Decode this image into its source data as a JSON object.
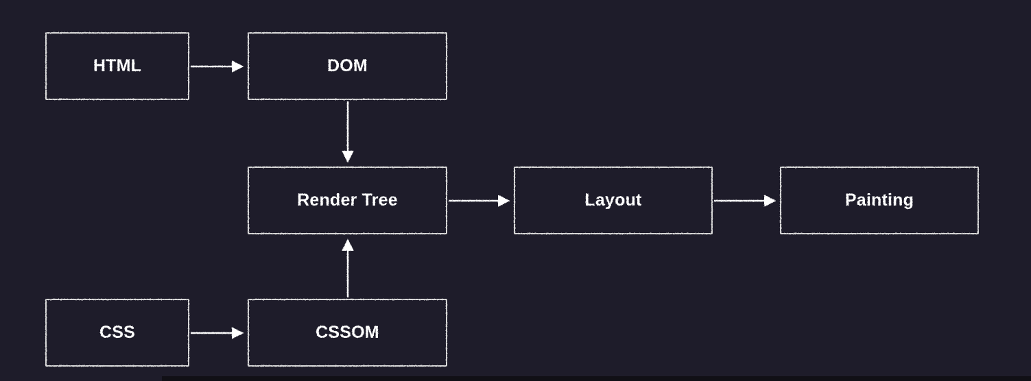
{
  "diagram": {
    "nodes": [
      {
        "id": "html",
        "label": "HTML"
      },
      {
        "id": "dom",
        "label": "DOM"
      },
      {
        "id": "render",
        "label": "Render Tree"
      },
      {
        "id": "layout",
        "label": "Layout"
      },
      {
        "id": "painting",
        "label": "Painting"
      },
      {
        "id": "css",
        "label": "CSS"
      },
      {
        "id": "cssom",
        "label": "CSSOM"
      }
    ],
    "edges": [
      {
        "from": "html",
        "to": "dom"
      },
      {
        "from": "dom",
        "to": "render"
      },
      {
        "from": "css",
        "to": "cssom"
      },
      {
        "from": "cssom",
        "to": "render"
      },
      {
        "from": "render",
        "to": "layout"
      },
      {
        "from": "layout",
        "to": "painting"
      }
    ],
    "colors": {
      "background": "#1e1c2a",
      "stroke": "#d9d9d9",
      "text": "#ffffff"
    }
  }
}
